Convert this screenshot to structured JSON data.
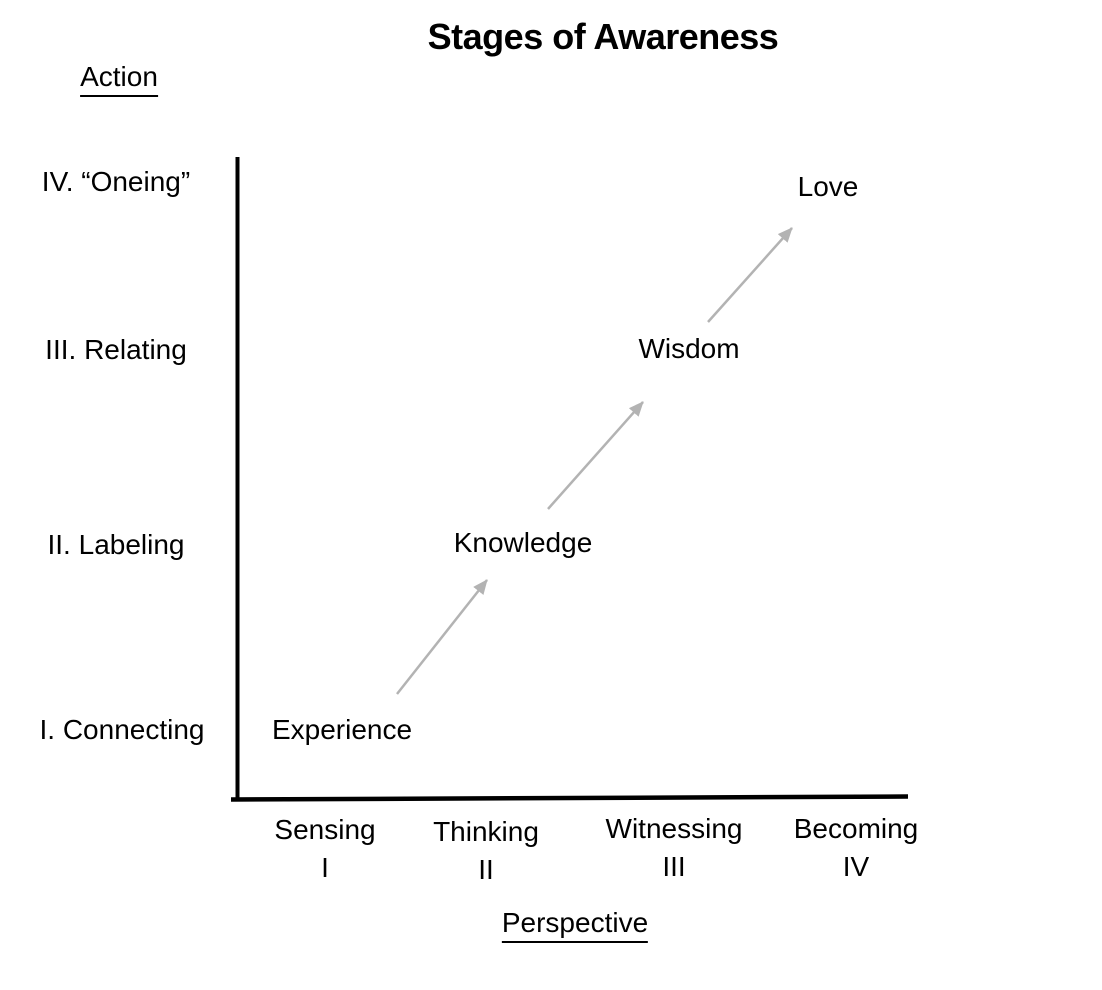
{
  "title": "Stages of Awareness",
  "y_axis": {
    "label": "Action",
    "levels": [
      {
        "label": "IV. “Oneing”"
      },
      {
        "label": "III. Relating"
      },
      {
        "label": "II. Labeling"
      },
      {
        "label": "I. Connecting"
      }
    ]
  },
  "x_axis": {
    "label": "Perspective",
    "levels": [
      {
        "name": "Sensing",
        "numeral": "I"
      },
      {
        "name": "Thinking",
        "numeral": "II"
      },
      {
        "name": "Witnessing",
        "numeral": "III"
      },
      {
        "name": "Becoming",
        "numeral": "IV"
      }
    ]
  },
  "stages": [
    {
      "label": "Experience"
    },
    {
      "label": "Knowledge"
    },
    {
      "label": "Wisdom"
    },
    {
      "label": "Love"
    }
  ],
  "colors": {
    "text": "#000000",
    "axis": "#000000",
    "arrow": "#b3b3b3"
  },
  "chart_data": {
    "type": "scatter",
    "title": "Stages of Awareness",
    "xlabel": "Perspective",
    "ylabel": "Action",
    "x_tick_labels": [
      "Sensing I",
      "Thinking II",
      "Witnessing III",
      "Becoming IV"
    ],
    "y_tick_labels": [
      "I. Connecting",
      "II. Labeling",
      "III. Relating",
      "IV. “Oneing”"
    ],
    "points": [
      {
        "label": "Experience",
        "x": 1,
        "y": 1
      },
      {
        "label": "Knowledge",
        "x": 2,
        "y": 2
      },
      {
        "label": "Wisdom",
        "x": 3,
        "y": 3
      },
      {
        "label": "Love",
        "x": 4,
        "y": 4
      }
    ],
    "arrows": [
      [
        "Experience",
        "Knowledge"
      ],
      [
        "Knowledge",
        "Wisdom"
      ],
      [
        "Wisdom",
        "Love"
      ]
    ],
    "legend": false,
    "grid": false
  }
}
